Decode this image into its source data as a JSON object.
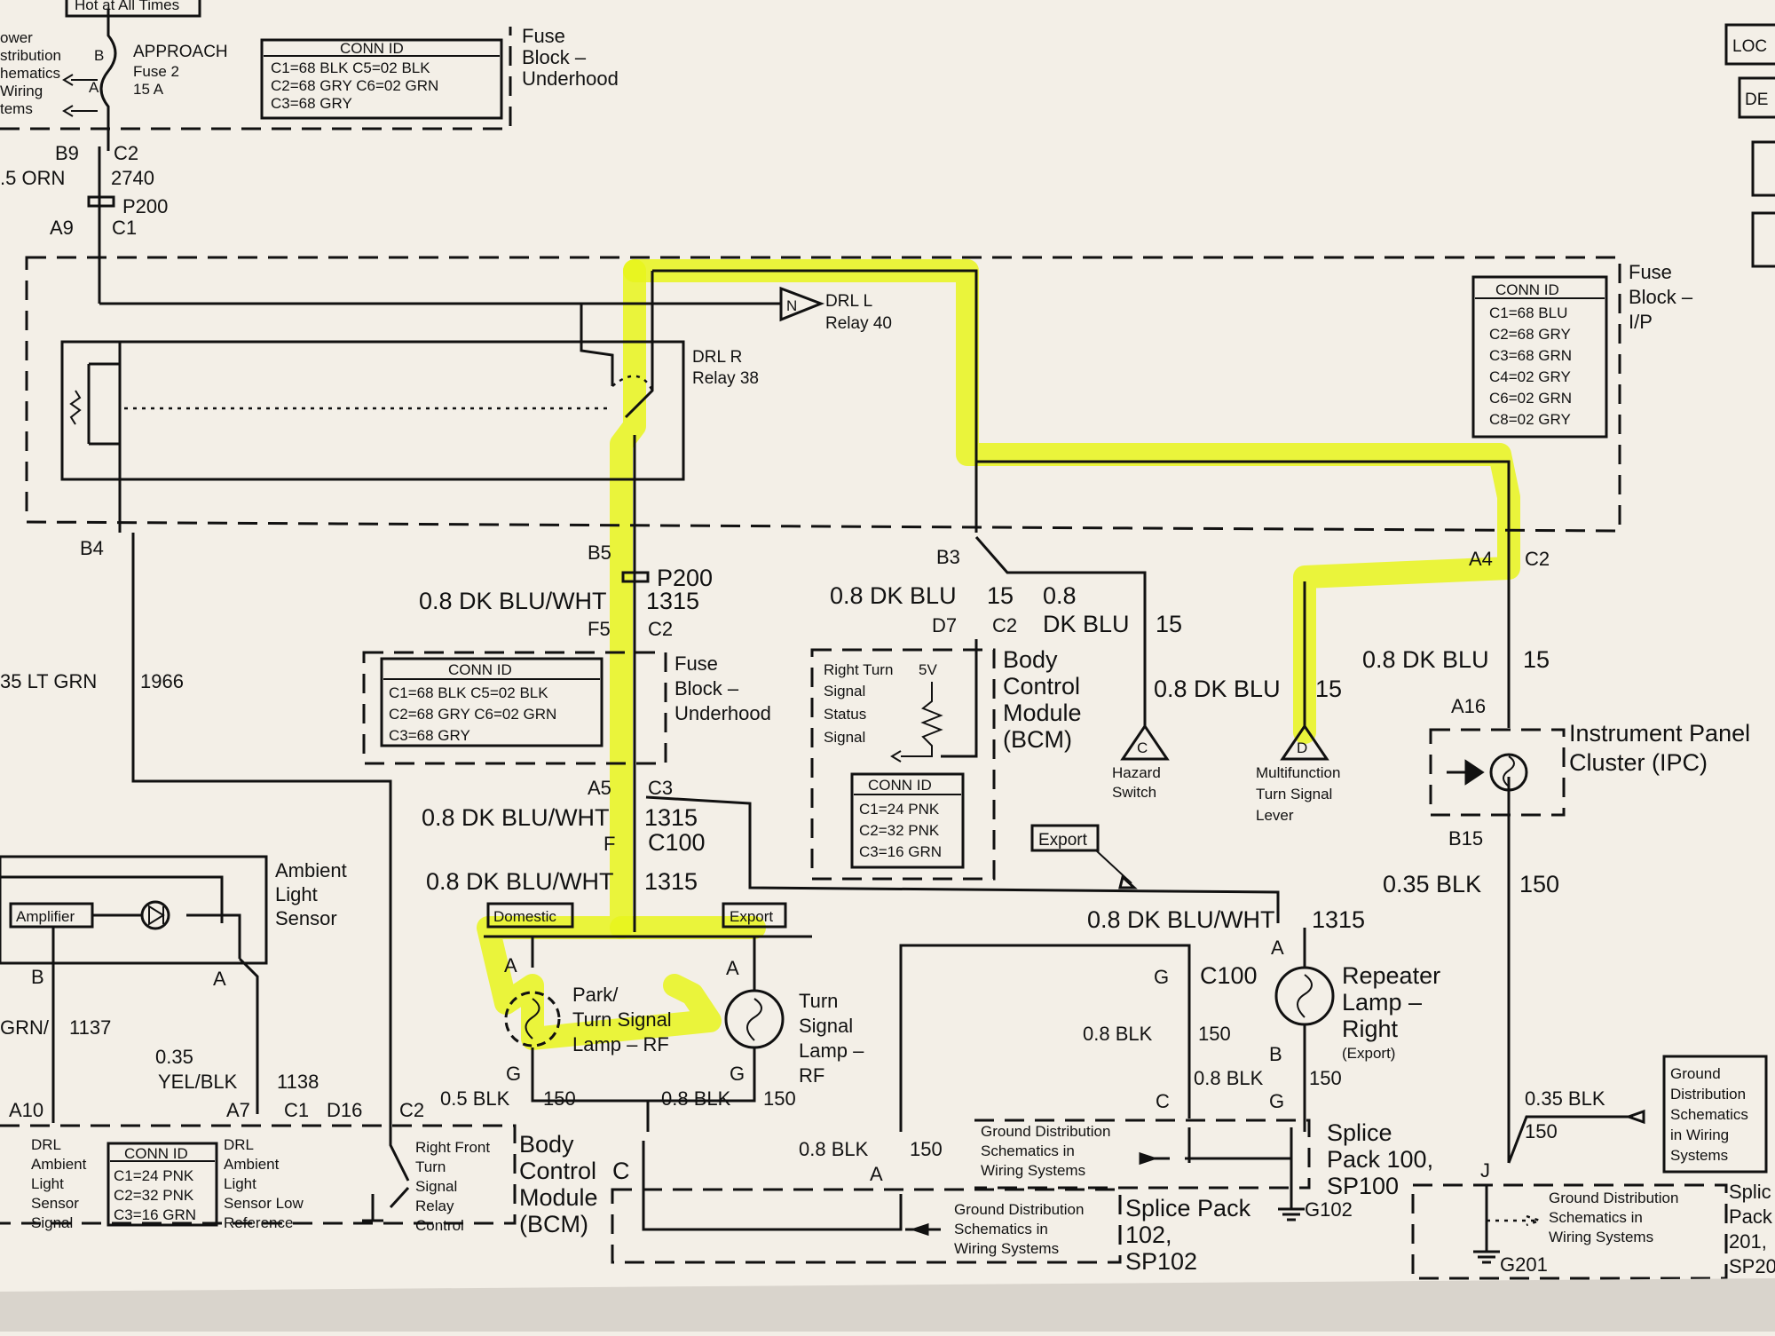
{
  "top": {
    "hot": "Hot at All Times",
    "power_left": [
      "ower",
      "stribution",
      "hematics",
      "Wiring",
      "tems"
    ],
    "approach": "APPROACH",
    "fuse2": "Fuse 2",
    "fuse2_amp": "15 A",
    "pin_b": "B",
    "pin_a": "A",
    "fuse_block_uh": [
      "Fuse",
      "Block –",
      "Underhood"
    ],
    "conn_top": {
      "title": "CONN ID",
      "rows": [
        "C1=68 BLK   C5=02 BLK",
        "C2=68 GRY  C6=02 GRN",
        "C3=68 GRY"
      ]
    }
  },
  "left_feed": {
    "b9": "B9",
    "c2": "C2",
    "wire": ".5 ORN",
    "circuit": "2740",
    "p200": "P200",
    "a9": "A9",
    "c1": "C1"
  },
  "fuse_ip": {
    "title": [
      "Fuse",
      "Block –",
      "I/P"
    ],
    "conn": {
      "title": "CONN ID",
      "rows": [
        "C1=68 BLU",
        "C2=68 GRY",
        "C3=68 GRN",
        "C4=02 GRY",
        "C6=02 GRN",
        "C8=02 GRY"
      ]
    },
    "drl_l": [
      "DRL L",
      "Relay 40"
    ],
    "drl_l_pin": "N",
    "drl_r": [
      "DRL R",
      "Relay 38"
    ]
  },
  "left_branch": {
    "b4": "B4",
    "wire": "35 LT GRN",
    "circuit": "1966"
  },
  "center": {
    "b5": "B5",
    "p200": "P200",
    "wire1": "0.8 DK BLU/WHT",
    "c1315": "1315",
    "f5": "F5",
    "c2": "C2",
    "fuse_uh": [
      "Fuse",
      "Block –",
      "Underhood"
    ],
    "conn": {
      "title": "CONN ID",
      "rows": [
        "C1=68 BLK  C5=02 BLK",
        "C2=68 GRY  C6=02 GRN",
        "C3=68 GRY"
      ]
    },
    "a5": "A5",
    "c3": "C3",
    "wire2": "0.8 DK BLU/WHT",
    "c1315b": "1315",
    "f": "F",
    "c100": "C100",
    "wire3": "0.8 DK BLU/WHT",
    "c1315c": "1315",
    "domestic": "Domestic",
    "export": "Export"
  },
  "bcm": {
    "b3": "B3",
    "wire1": "0.8 DK BLU",
    "n15a": "15",
    "d7": "D7",
    "c2": "C2",
    "wire2a": "0.8",
    "wire2b": "DK BLU",
    "n15b": "15",
    "rts": [
      "Right Turn",
      "Signal",
      "Status",
      "Signal"
    ],
    "v5": "5V",
    "title": [
      "Body",
      "Control",
      "Module",
      "(BCM)"
    ],
    "conn": {
      "title": "CONN ID",
      "rows": [
        "C1=24 PNK",
        "C2=32 PNK",
        "C3=16 GRN"
      ]
    },
    "export_tag": "Export"
  },
  "switches": {
    "hazard_wire": "0.8 DK BLU",
    "hazard_n": "15",
    "hazard_pin": "C",
    "hazard": [
      "Hazard",
      "Switch"
    ],
    "multi_pin": "D",
    "multi": [
      "Multifunction",
      "Turn Signal",
      "Lever"
    ]
  },
  "ipc": {
    "a4": "A4",
    "c2": "C2",
    "wire": "0.8 DK BLU",
    "n15": "15",
    "a16": "A16",
    "title": [
      "Instrument Panel",
      "Cluster (IPC)"
    ],
    "b15": "B15",
    "gnd_wire": "0.35 BLK",
    "gnd_n": "150"
  },
  "lamps": {
    "park_a": "A",
    "park": [
      "Park/",
      "Turn Signal",
      "Lamp – RF"
    ],
    "park_g": "G",
    "turn_a": "A",
    "turn": [
      "Turn",
      "Signal",
      "Lamp –",
      "RF"
    ],
    "turn_g": "G",
    "wire_l": "0.5 BLK",
    "n150l": "150",
    "wire_r": "0.8 BLK",
    "n150r": "150"
  },
  "repeater": {
    "wire": "0.8 DK BLU/WHT",
    "n1315": "1315",
    "a": "A",
    "g": "G",
    "c100": "C100",
    "title": [
      "Repeater",
      "Lamp –",
      "Right"
    ],
    "sub": "(Export)",
    "b": "B",
    "blk1": "0.8 BLK",
    "n150a": "150",
    "blk2": "0.8 BLK",
    "n150b": "150",
    "blk3": "0.8 BLK",
    "n150c": "150",
    "c": "C",
    "g2": "G"
  },
  "ambient": {
    "amplifier": "Amplifier",
    "title": [
      "Ambient",
      "Light",
      "Sensor"
    ],
    "b": "B",
    "a": "A",
    "wire1": "GRN/",
    "n1137": "1137",
    "wire2a": "0.35",
    "wire2b": "YEL/BLK",
    "n1138": "1138"
  },
  "bcm_bottom": {
    "a10": "A10",
    "a7": "A7",
    "c1": "C1",
    "d16": "D16",
    "c2": "C2",
    "drl_left": [
      "DRL",
      "Ambient",
      "Light",
      "Sensor",
      "Signal"
    ],
    "conn": {
      "title": "CONN ID",
      "rows": [
        "C1=24 PNK",
        "C2=32 PNK",
        "C3=16 GRN"
      ]
    },
    "drl_right": [
      "DRL",
      "Ambient",
      "Light",
      "Sensor Low",
      "Reference"
    ],
    "relay": [
      "Right Front",
      "Turn",
      "Signal",
      "Relay",
      "Control"
    ],
    "title": [
      "Body",
      "Control",
      "Module",
      "(BCM)"
    ],
    "c": "C"
  },
  "grounds": {
    "gd1": [
      "Ground Distribution",
      "Schematics in",
      "Wiring Systems"
    ],
    "splice100": [
      "Splice",
      "Pack 100,",
      "SP100"
    ],
    "g102": "G102",
    "gd2": [
      "Ground Distribution",
      "Schematics in",
      "Wiring Systems"
    ],
    "splice102": [
      "Splice Pack",
      "102,",
      "SP102"
    ],
    "a": "A",
    "wire": "0.8 BLK",
    "n150": "150",
    "gd3": [
      "Ground",
      "Distribution",
      "Schematics",
      "in Wiring",
      "Systems"
    ],
    "blk035": "0.35 BLK",
    "n150g": "150",
    "j": "J",
    "gd4": [
      "Ground Distribution",
      "Schematics in",
      "Wiring Systems"
    ],
    "splice201": [
      "Splic",
      "Pack",
      "201,",
      "SP20"
    ],
    "g201": "G201"
  },
  "edge_tabs": [
    "LOC",
    "DE"
  ],
  "colors": {
    "paper": "#f3efe7",
    "highlight": "#e8f51c",
    "ink": "#111111"
  }
}
